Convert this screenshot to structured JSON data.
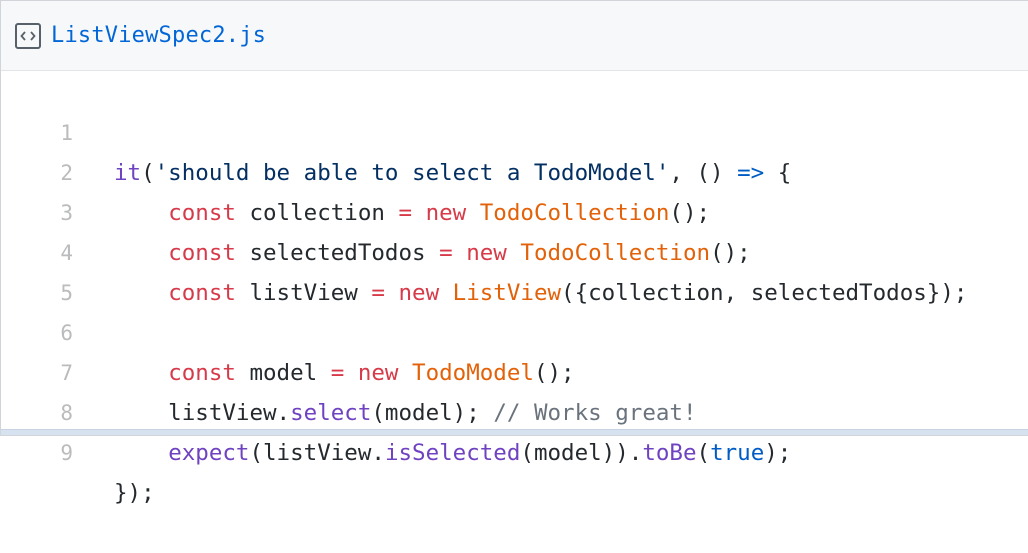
{
  "file": {
    "name": "ListViewSpec2.js",
    "icon": "file-code-icon"
  },
  "lines": [
    {
      "number": "1",
      "tokens": [
        "it",
        "(",
        "'should be able to select a TodoModel'",
        ", () ",
        "=>",
        " {"
      ]
    },
    {
      "number": "2",
      "tokens": [
        "    ",
        "const",
        " collection ",
        "=",
        " ",
        "new",
        " ",
        "TodoCollection",
        "();"
      ]
    },
    {
      "number": "3",
      "tokens": [
        "    ",
        "const",
        " selectedTodos ",
        "=",
        " ",
        "new",
        " ",
        "TodoCollection",
        "();"
      ]
    },
    {
      "number": "4",
      "tokens": [
        "    ",
        "const",
        " listView ",
        "=",
        " ",
        "new",
        " ",
        "ListView",
        "({collection, selectedTodos});"
      ]
    },
    {
      "number": "5",
      "tokens": []
    },
    {
      "number": "6",
      "tokens": [
        "    ",
        "const",
        " model ",
        "=",
        " ",
        "new",
        " ",
        "TodoModel",
        "();"
      ]
    },
    {
      "number": "7",
      "tokens": [
        "    listView.",
        "select",
        "(model); ",
        "// Works great!"
      ]
    },
    {
      "number": "8",
      "tokens": [
        "    ",
        "expect",
        "(listView.",
        "isSelected",
        "(model)).",
        "toBe",
        "(",
        "true",
        ");"
      ]
    },
    {
      "number": "9",
      "tokens": [
        "});"
      ]
    }
  ],
  "colors": {
    "keyword": "#d73a49",
    "class": "#e36209",
    "function": "#6f42c1",
    "string": "#032f62",
    "operator": "#005cc5",
    "comment": "#6a737d",
    "filename": "#0366d6"
  }
}
